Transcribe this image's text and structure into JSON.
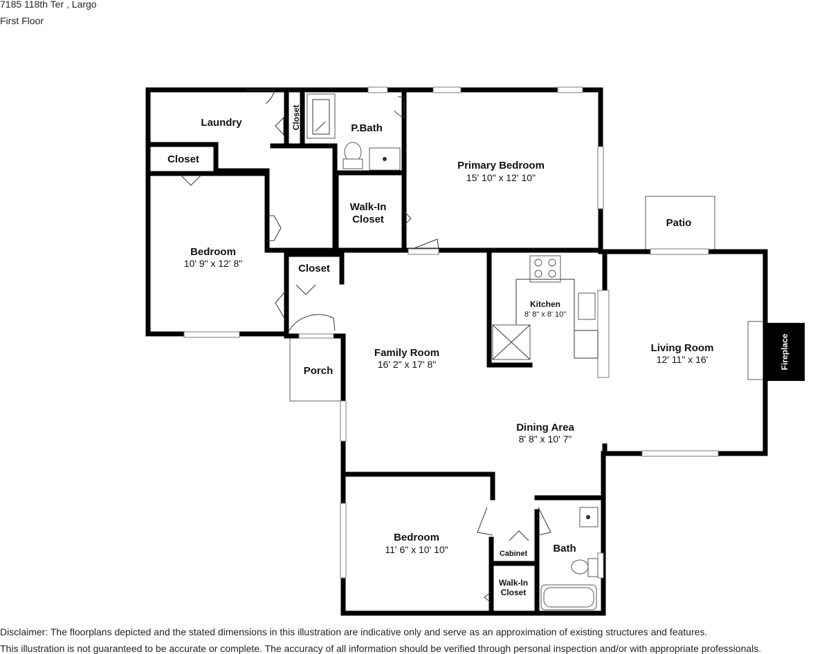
{
  "header": {
    "address": "7185 118th Ter , Largo",
    "floor": "First Floor"
  },
  "rooms": {
    "laundry": "Laundry",
    "closet_top": "Closet",
    "pbath": "P.Bath",
    "primary_bedroom": "Primary Bedroom",
    "primary_bedroom_dim": "15' 10\" x 12' 10\"",
    "closet_left": "Closet",
    "walkin_top_1": "Walk-In",
    "walkin_top_2": "Closet",
    "bedroom_left": "Bedroom",
    "bedroom_left_dim": "10' 9\" x 12' 8\"",
    "closet_mid": "Closet",
    "patio": "Patio",
    "kitchen": "Kitchen",
    "kitchen_dim": "8' 8\" x 8' 10\"",
    "family_room": "Family Room",
    "family_room_dim": "16' 2\" x 17' 8\"",
    "living_room": "Living Room",
    "living_room_dim": "12' 11\" x 16'",
    "fireplace": "Fireplace",
    "porch": "Porch",
    "dining_area": "Dining Area",
    "dining_area_dim": "8' 8\" x 10' 7\"",
    "bedroom_bottom": "Bedroom",
    "bedroom_bottom_dim": "11' 6\" x 10' 10\"",
    "cabinet": "Cabinet",
    "bath": "Bath",
    "walkin_bottom_1": "Walk-In",
    "walkin_bottom_2": "Closet"
  },
  "disclaimer": {
    "line1": "Disclaimer: The floorplans depicted and the stated dimensions in this illustration are indicative only and serve as an approximation of existing structures and features.",
    "line2": "This illustration is not guaranteed to be accurate or complete. The accuracy of all information should be verified through personal inspection and/or with appropriate professionals."
  }
}
